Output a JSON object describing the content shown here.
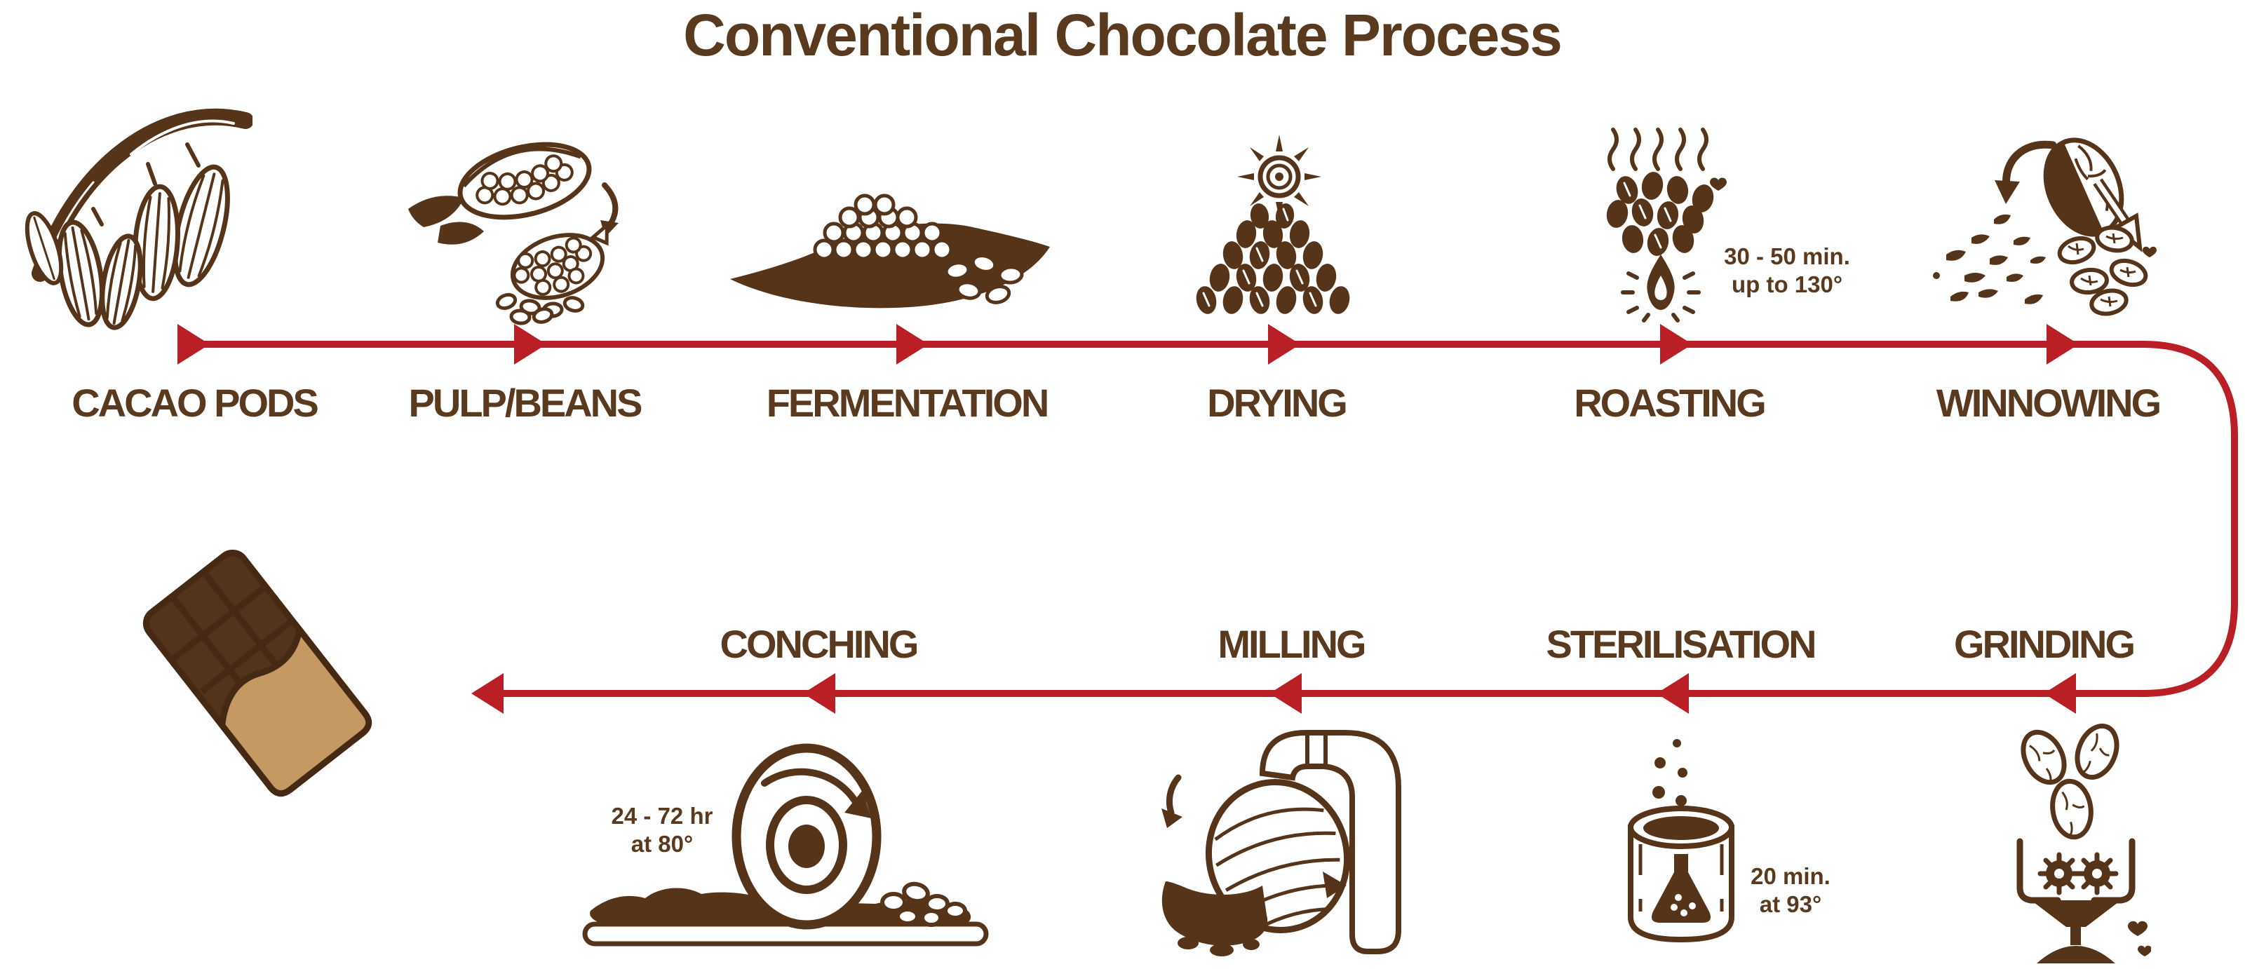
{
  "title": "Conventional Chocolate Process",
  "colors": {
    "text_brown": "#5a3a1e",
    "icon_brown": "#553419",
    "arrow_red": "#b91f24",
    "chocolate": "#53331b",
    "chocolate_outline": "#452914",
    "wrapper_tan": "#c49a62",
    "background": "#ffffff"
  },
  "top_row": {
    "direction": "left-to-right",
    "stages": [
      {
        "label": "CACAO PODS",
        "icon": "cacao-pods-branch-icon"
      },
      {
        "label": "PULP/BEANS",
        "icon": "open-pod-beans-icon"
      },
      {
        "label": "FERMENTATION",
        "icon": "beans-on-leaf-icon"
      },
      {
        "label": "DRYING",
        "icon": "sun-over-bean-pile-icon"
      },
      {
        "label": "ROASTING",
        "icon": "beans-steam-flame-icon",
        "annotation_line1": "30 - 50 min.",
        "annotation_line2": "up to 130°"
      },
      {
        "label": "WINNOWING",
        "icon": "bean-husk-separation-icon"
      }
    ]
  },
  "bottom_row": {
    "direction": "right-to-left",
    "stages": [
      {
        "label": "GRINDING",
        "icon": "nibs-gears-hopper-icon"
      },
      {
        "label": "STERILISATION",
        "icon": "can-with-flask-icon",
        "annotation_line1": "20 min.",
        "annotation_line2": "at 93°"
      },
      {
        "label": "MILLING",
        "icon": "roller-mill-icon"
      },
      {
        "label": "CONCHING",
        "icon": "stone-wheel-grinder-icon",
        "annotation_line1": "24 - 72 hr",
        "annotation_line2": "at 80°"
      }
    ]
  },
  "end_product": {
    "icon": "chocolate-bar-icon"
  }
}
